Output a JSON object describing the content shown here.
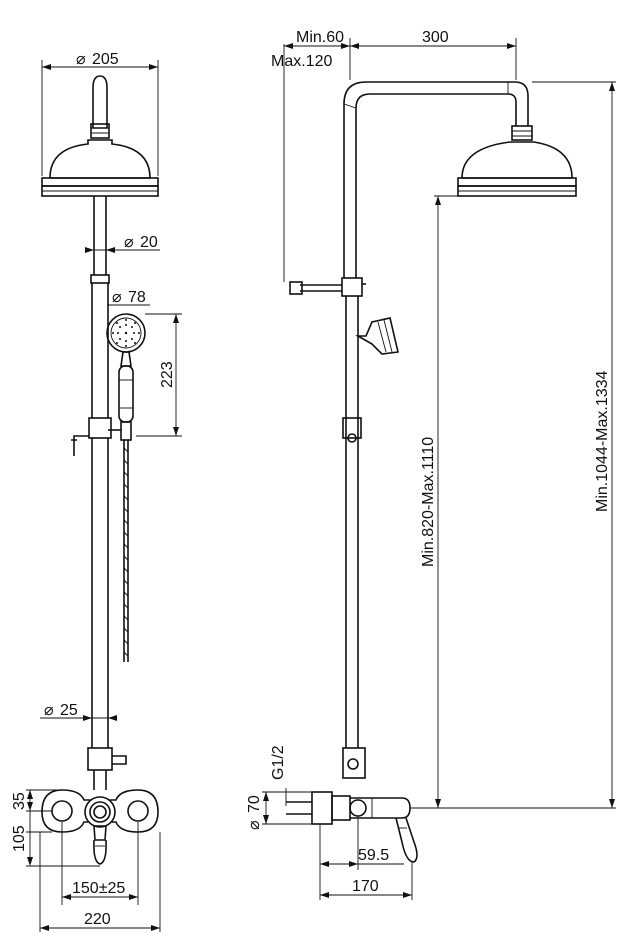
{
  "dimensions": {
    "head_diameter": "205",
    "pipe_diameter_20": "20",
    "handshower_diameter": "78",
    "handshower_height": "223",
    "bar_diameter_25": "25",
    "dim_35": "35",
    "dim_105": "105",
    "dim_150": "150±25",
    "dim_220": "220",
    "arm_min": "Min.60",
    "arm_max": "Max.120",
    "arm_length": "300",
    "height_total": "Min.1044-Max.1334",
    "height_head": "Min.820-Max.1110",
    "thread": "G1/2",
    "flange_diameter": "70",
    "dim_59_5": "59.5",
    "dim_170": "170"
  },
  "symbols": {
    "diameter": "⌀"
  },
  "colors": {
    "line": "#111111",
    "background": "#ffffff"
  }
}
